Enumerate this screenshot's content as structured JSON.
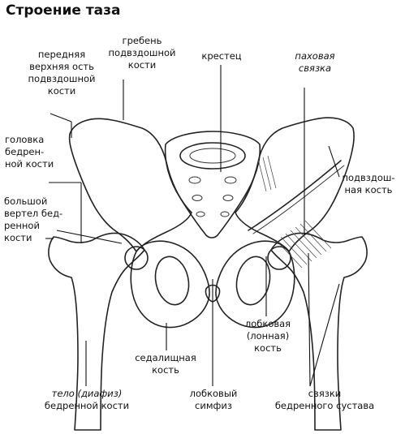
{
  "title": "Строение таза",
  "labels": {
    "asis": [
      "передняя",
      "верхняя ость",
      "подвздошной",
      "кости"
    ],
    "crest": [
      "гребень",
      "подвздошной",
      "кости"
    ],
    "sacrum": [
      "крестец"
    ],
    "inguinal": [
      "паховая",
      "связка"
    ],
    "femoral_head": [
      "головка",
      "бедрен-",
      "ной кости"
    ],
    "ilium": [
      "подвздош-",
      "ная кость"
    ],
    "trochanter": [
      "большой",
      "вертел бед-",
      "ренной",
      "кости"
    ],
    "ischium": [
      "седалищная",
      "кость"
    ],
    "pubis": [
      "лобковая",
      "(лонная)",
      "кость"
    ],
    "symphysis": [
      "лобковый",
      "симфиз"
    ],
    "shaft_line1": "тело (диафиз)",
    "shaft_line2": "бедренной кости",
    "ligaments": [
      "связки",
      "бедренного сустава"
    ]
  }
}
